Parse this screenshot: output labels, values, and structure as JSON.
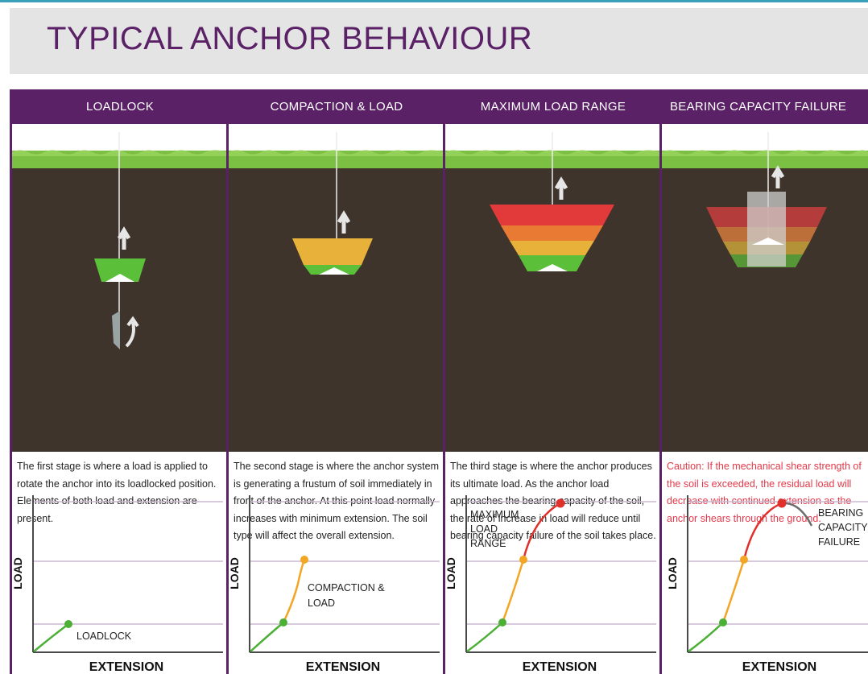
{
  "page_title": "TYPICAL ANCHOR BEHAVIOUR",
  "colors": {
    "brand_purple": "#5a2166",
    "caution_red": "#e5394a",
    "grass_green": "#7cc043",
    "soil_brown": "#3f342b",
    "wedge_green": "#5bbf3a",
    "wedge_yellow": "#e8b23a",
    "wedge_orange": "#e97a33",
    "wedge_red": "#e23a3a",
    "curve_green": "#4caf36",
    "curve_yellow": "#f2a623",
    "curve_red": "#e0302c",
    "curve_grey": "#6d6d6d"
  },
  "panels": [
    {
      "header": "LOADLOCK",
      "description": "The first stage is where a load is applied to rotate the anchor into its loadlocked position. Elements of both load and extension are present.",
      "graph": {
        "ylabel": "LOAD",
        "xlabel": "EXTENSION",
        "annotation_lines": [
          "LOADLOCK"
        ]
      }
    },
    {
      "header": "COMPACTION & LOAD",
      "description": "The second stage is where the anchor system is generating a frustum of soil immediately in front of the anchor. At this point load normally increases with minimum extension. The soil type will affect the overall extension.",
      "graph": {
        "ylabel": "LOAD",
        "xlabel": "EXTENSION",
        "annotation_lines": [
          "COMPACTION &",
          "LOAD"
        ]
      }
    },
    {
      "header": "MAXIMUM LOAD RANGE",
      "description": "The third stage is where the anchor produces its ultimate load. As the anchor load approaches the bearing capacity of the soil, the rate of increase in load will reduce until bearing capacity failure of the soil takes place.",
      "graph": {
        "ylabel": "LOAD",
        "xlabel": "EXTENSION",
        "annotation_lines": [
          "MAXIMUM",
          "LOAD",
          "RANGE"
        ]
      }
    },
    {
      "header": "BEARING CAPACITY FAILURE",
      "description": "Caution: If the mechanical shear strength of the soil is exceeded, the residual load will decrease with continued extension as the anchor shears through the ground.",
      "graph": {
        "ylabel": "LOAD",
        "xlabel": "EXTENSION",
        "annotation_lines": [
          "BEARING",
          "CAPACITY",
          "FAILURE"
        ]
      }
    }
  ]
}
